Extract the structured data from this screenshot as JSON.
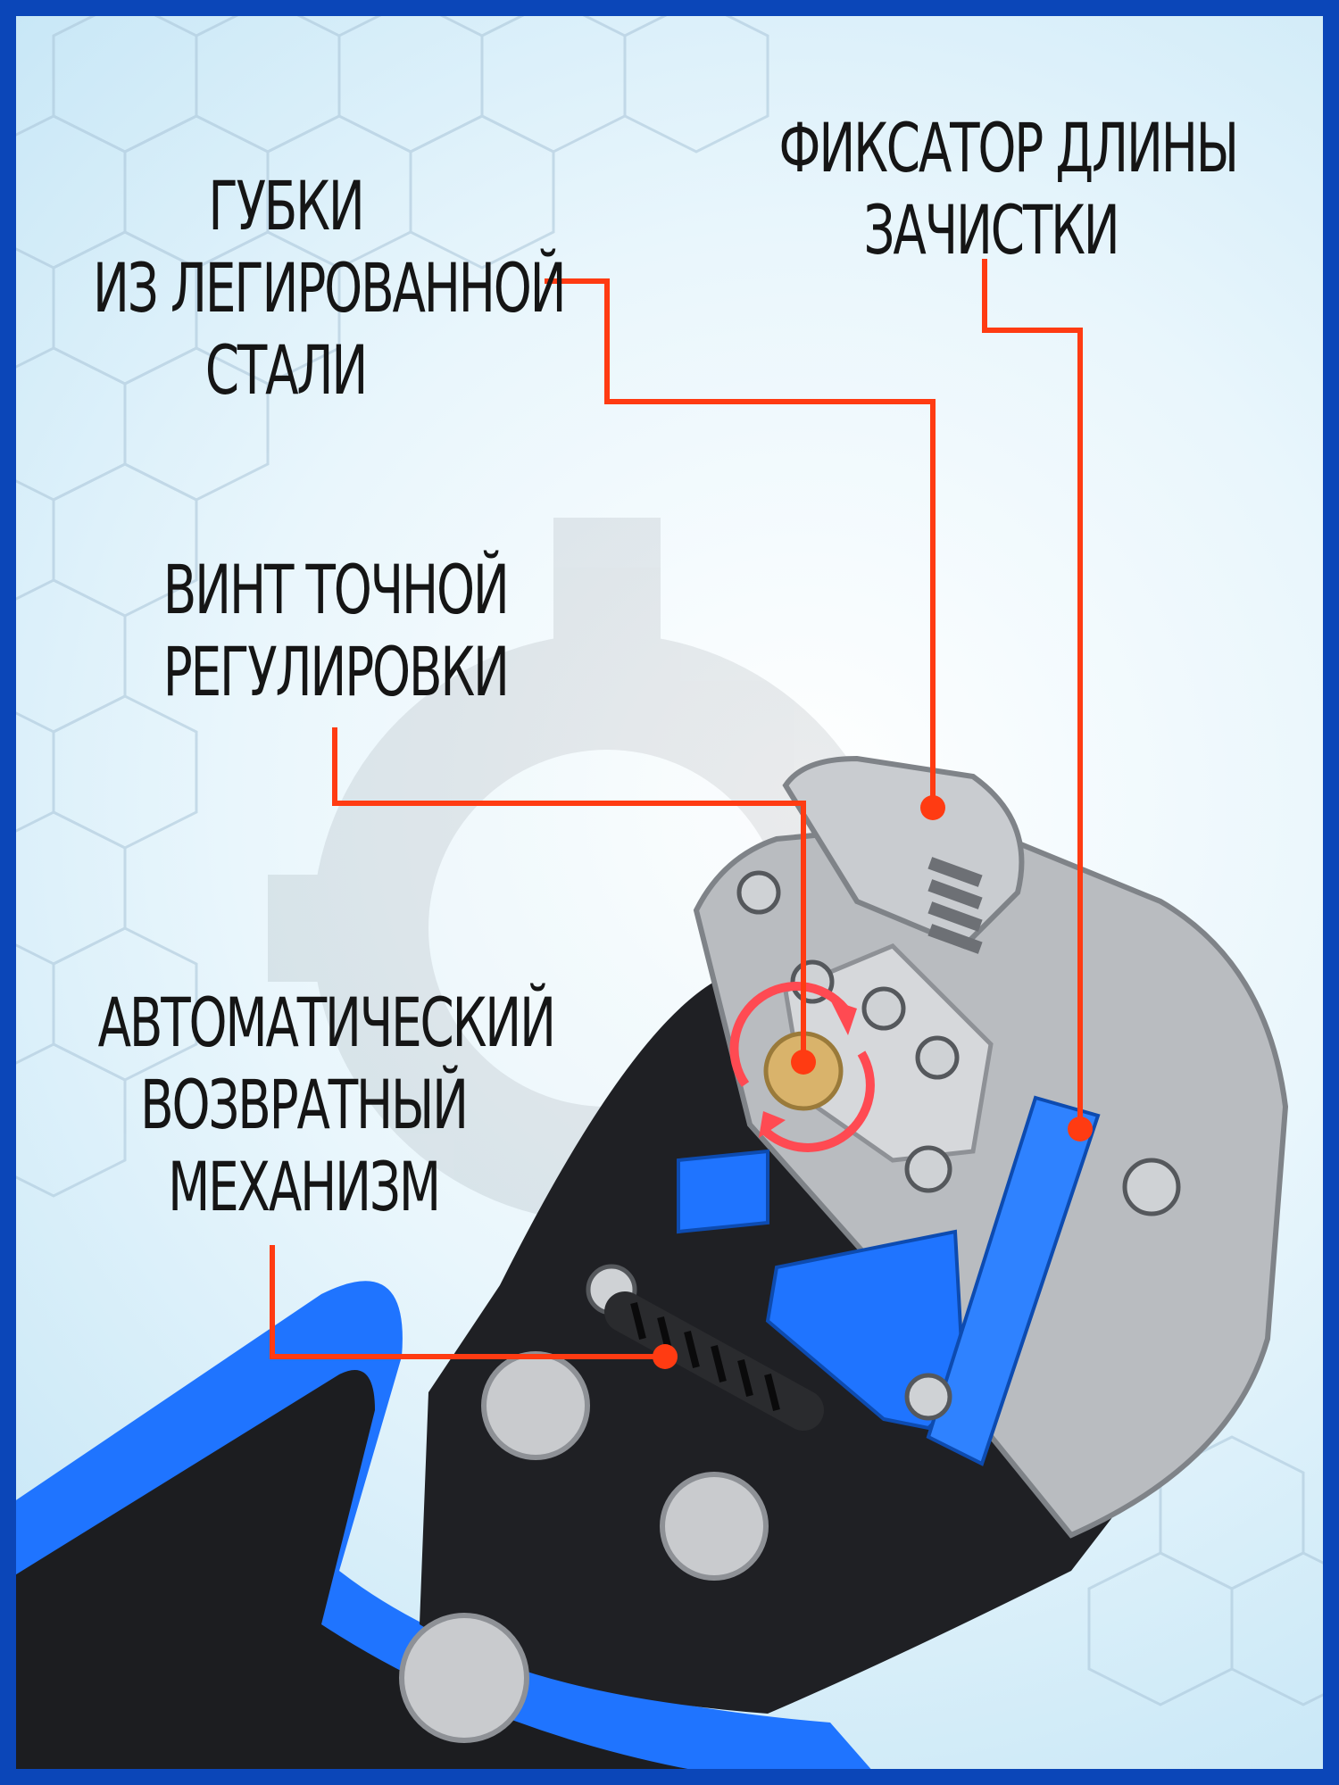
{
  "callouts": {
    "jaws": {
      "lines": [
        "ГУБКИ",
        "ИЗ ЛЕГИРОВАННОЙ",
        "СТАЛИ"
      ]
    },
    "length_lock": {
      "lines": [
        "ФИКСАТОР ДЛИНЫ",
        "ЗАЧИСТКИ"
      ]
    },
    "fine_screw": {
      "lines": [
        "ВИНТ ТОЧНОЙ",
        "РЕГУЛИРОВКИ"
      ]
    },
    "return_mechanism": {
      "lines": [
        "АВТОМАТИЧЕСКИЙ",
        "ВОЗВРАТНЫЙ",
        "МЕХАНИЗМ"
      ]
    }
  },
  "colors": {
    "frame": "#0b46b8",
    "callout_line": "#ff3b12",
    "tool_body": "#1c1d20",
    "tool_accent": "#1f74ff",
    "steel": "#b9bcc0",
    "text": "#151515"
  }
}
